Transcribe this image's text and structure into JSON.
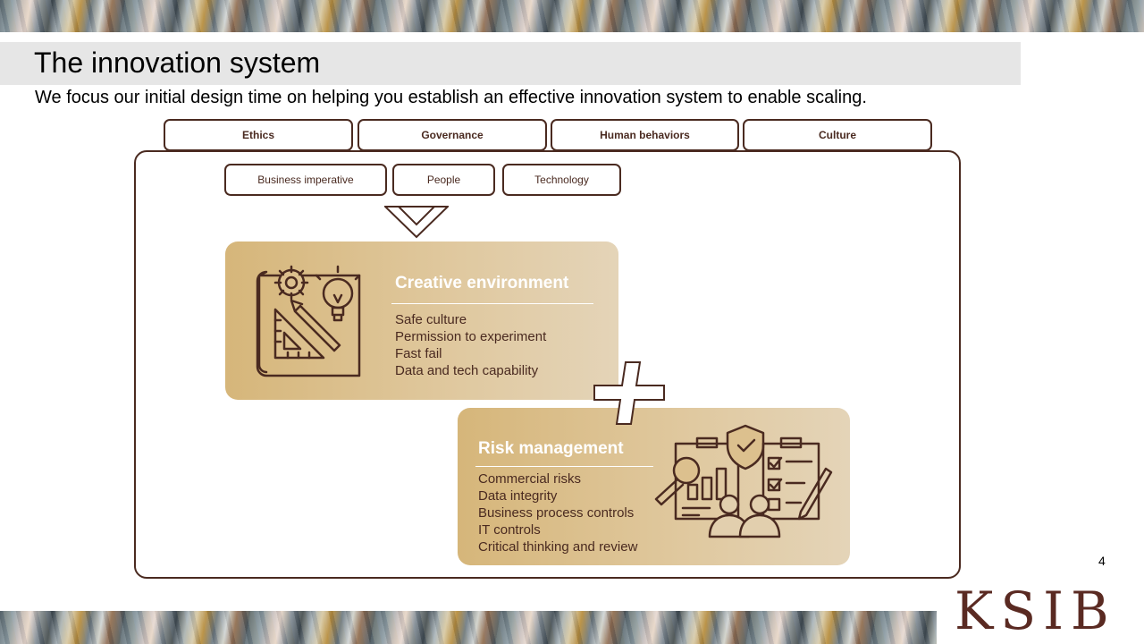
{
  "slide": {
    "title": "The innovation system",
    "subtitle": "We focus our initial design time on helping you establish an effective innovation system to enable scaling.",
    "page_number": "4",
    "logo": "KSIB"
  },
  "top_pillars": [
    "Ethics",
    "Governance",
    "Human behaviors",
    "Culture"
  ],
  "inputs": [
    "Business imperative",
    "People",
    "Technology"
  ],
  "creative": {
    "heading": "Creative environment",
    "items": [
      "Safe culture",
      "Permission to experiment",
      "Fast fail",
      "Data and tech capability"
    ],
    "icon": "design-tools-icon"
  },
  "risk": {
    "heading": "Risk management",
    "items": [
      "Commercial risks",
      "Data integrity",
      "Business process controls",
      "IT controls",
      "Critical thinking and review"
    ],
    "icon": "risk-analysis-icon"
  },
  "colors": {
    "accent": "#4a2a20",
    "card_gold": "#d6b67a",
    "card_light": "#e4d4b8",
    "title_band": "#e6e6e6"
  }
}
